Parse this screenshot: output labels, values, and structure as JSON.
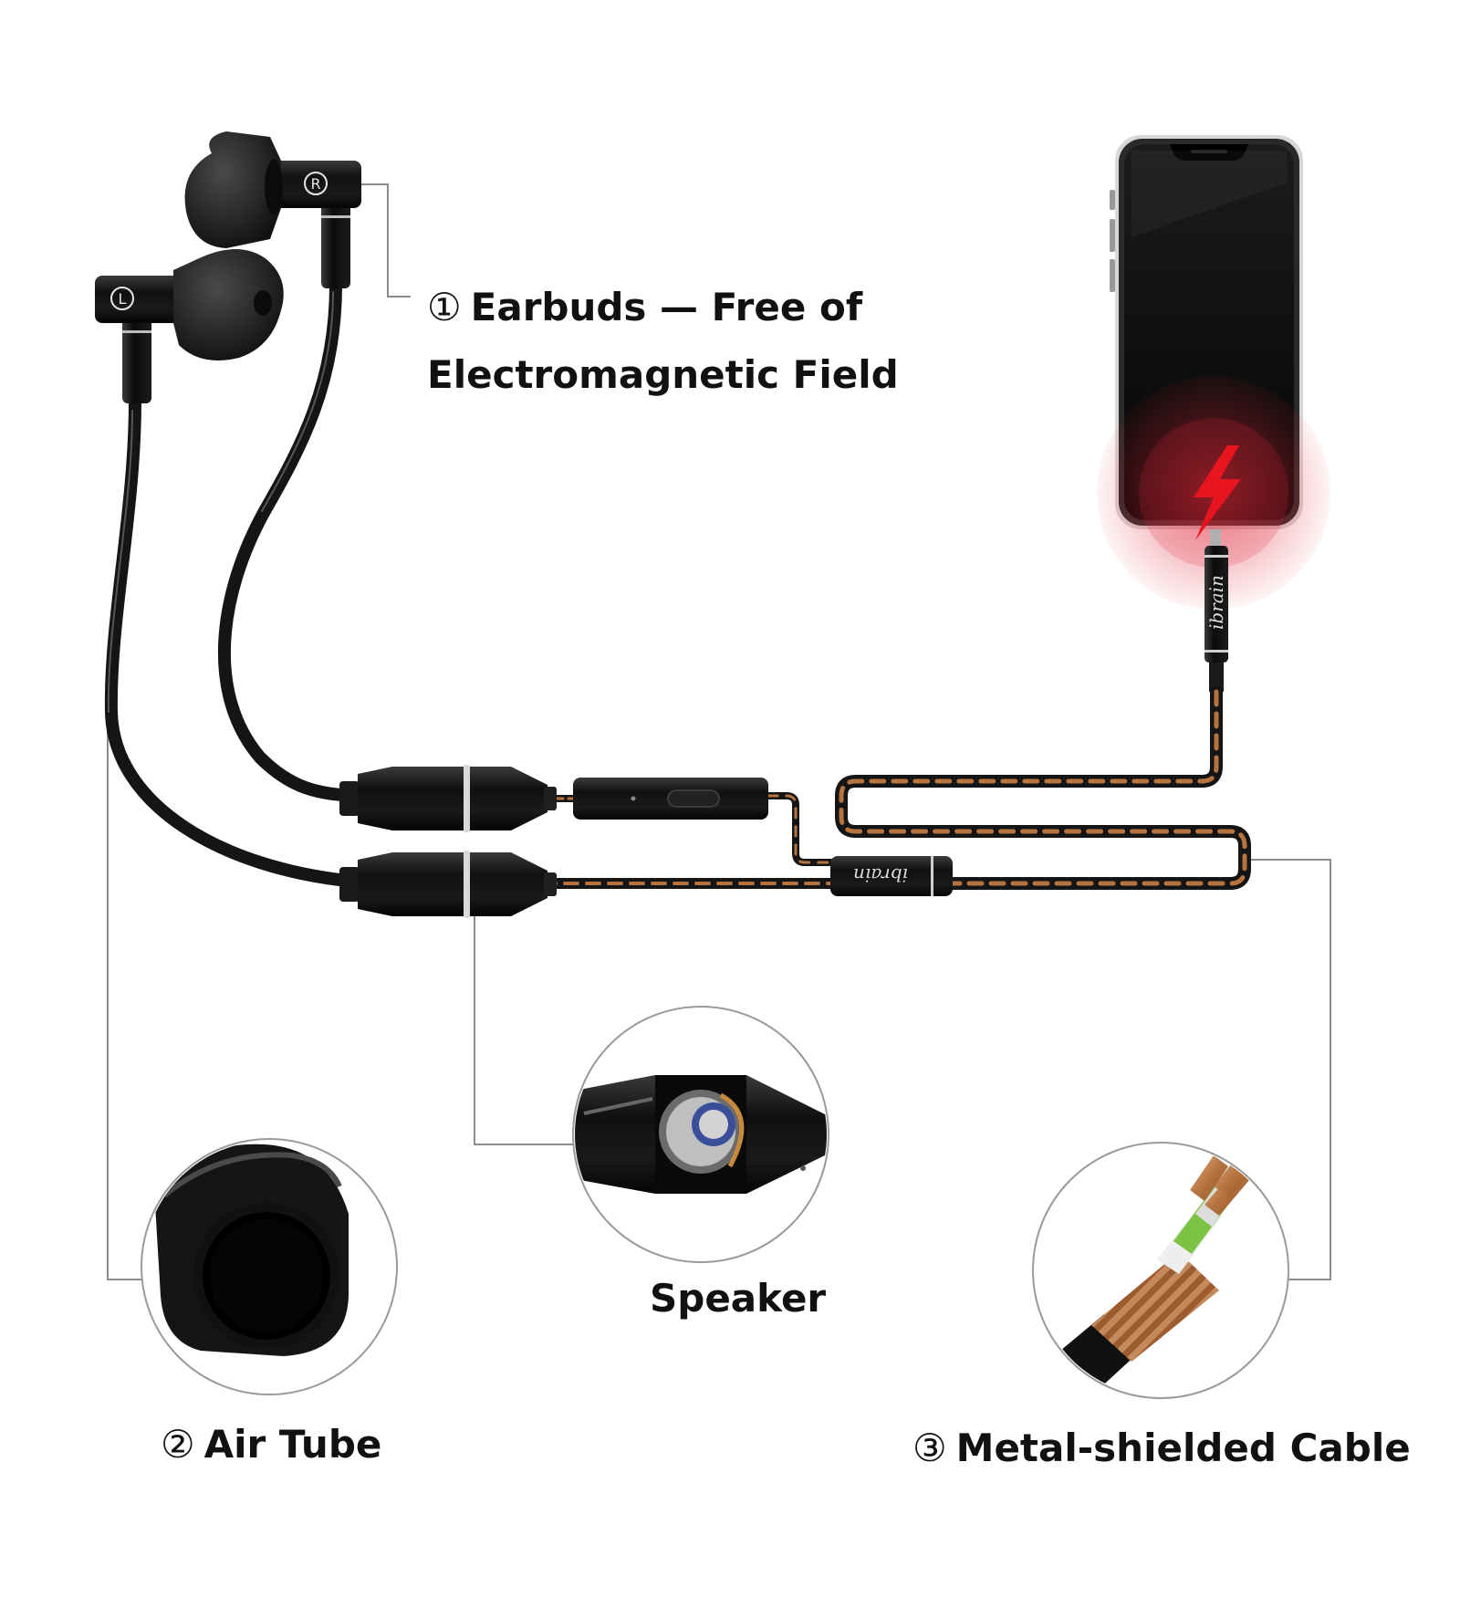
{
  "labels": {
    "earbuds_number": "①",
    "earbuds_line1": "Earbuds — Free of",
    "earbuds_line2": "Electromagnetic Field",
    "airtube_number": "②",
    "airtube_text": "Air Tube",
    "speaker_text": "Speaker",
    "cable_number": "③",
    "cable_text": "Metal-shielded Cable"
  },
  "brand": "ibrain",
  "earbud_marks": {
    "right": "R",
    "left": "L"
  },
  "colors": {
    "cable_black": "#151515",
    "cable_copper": "#b5733f",
    "glow_red": "#e0283a",
    "bolt_red": "#e8141e",
    "leader_line": "#8c8c8c",
    "circle_outline": "#9a9a9a",
    "metal_ring": "#d9d9d9"
  }
}
